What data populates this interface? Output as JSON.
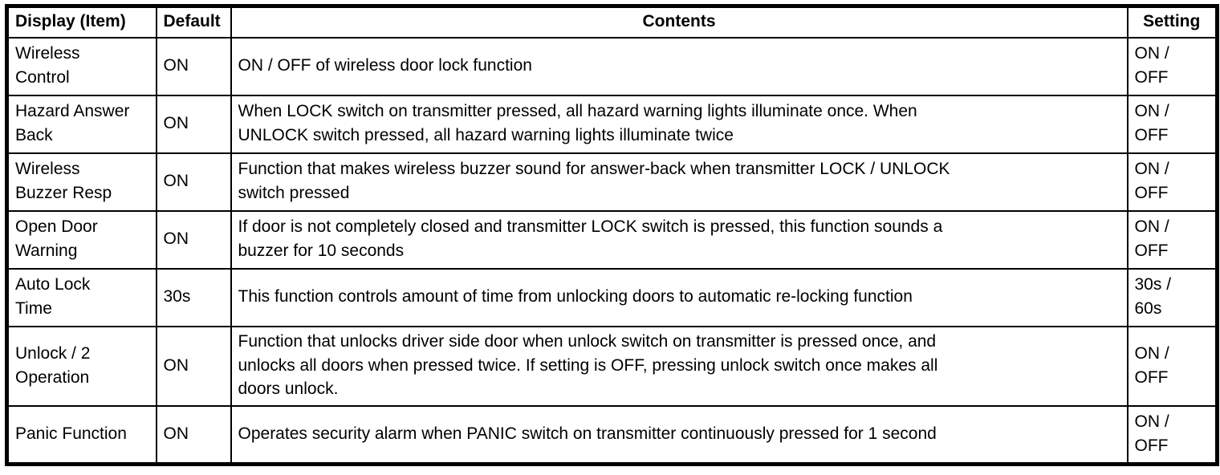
{
  "colors": {
    "border": "#000000",
    "text": "#000000",
    "background": "#ffffff"
  },
  "table": {
    "headers": {
      "item": "Display (Item)",
      "default": "Default",
      "contents": "Contents",
      "setting": "Setting"
    },
    "rows": [
      {
        "item": "Wireless\nControl",
        "default": "ON",
        "contents": "ON / OFF of wireless door lock function",
        "setting": "ON /\nOFF"
      },
      {
        "item": "Hazard Answer\nBack",
        "default": "ON",
        "contents": "When LOCK switch on transmitter pressed, all hazard warning lights illuminate once. When\nUNLOCK switch pressed, all hazard warning lights illuminate twice",
        "setting": "ON /\nOFF"
      },
      {
        "item": "Wireless\nBuzzer Resp",
        "default": "ON",
        "contents": "Function that makes wireless buzzer sound for answer-back when transmitter LOCK / UNLOCK\nswitch pressed",
        "setting": "ON /\nOFF"
      },
      {
        "item": "Open Door\nWarning",
        "default": "ON",
        "contents": "If door is not completely closed and transmitter LOCK switch is pressed, this function sounds a\nbuzzer for 10 seconds",
        "setting": "ON /\nOFF"
      },
      {
        "item": "Auto Lock\nTime",
        "default": "30s",
        "contents": "This function controls amount of time from unlocking doors to automatic re-locking function",
        "setting": "30s /\n60s"
      },
      {
        "item": "Unlock / 2\nOperation",
        "default": "ON",
        "contents": "Function that unlocks driver side door when unlock switch on transmitter is pressed once, and\nunlocks all doors when pressed twice. If setting is OFF, pressing unlock switch once makes all\ndoors unlock.",
        "setting": "ON /\nOFF"
      },
      {
        "item": "Panic Function",
        "default": "ON",
        "contents": "Operates security alarm when PANIC switch on transmitter continuously pressed for 1 second",
        "setting": "ON /\nOFF"
      }
    ]
  }
}
